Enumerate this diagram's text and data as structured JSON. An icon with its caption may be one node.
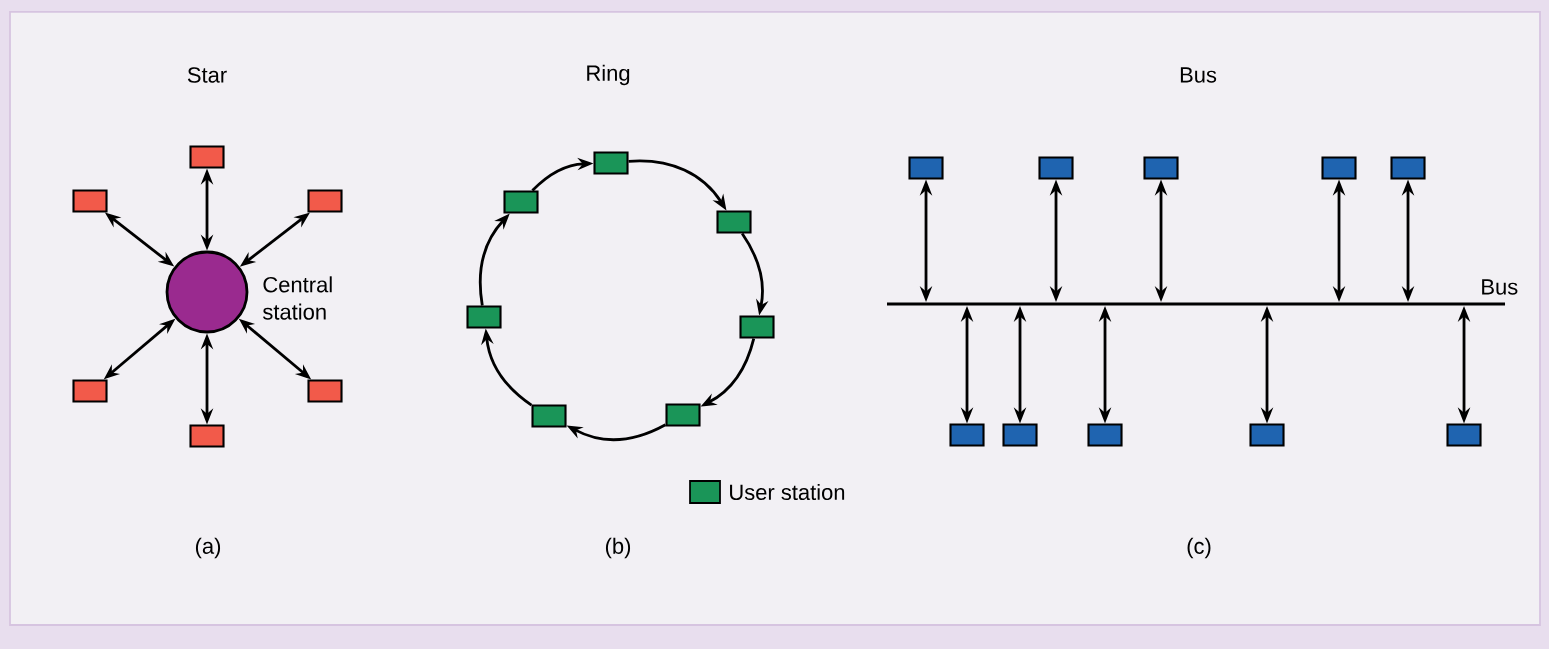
{
  "diagram": {
    "nodes": [
      {
        "text": [],
        "shape": "circle",
        "beside": [
          "Central station"
        ]
      },
      {
        "text": [],
        "shape": "box"
      },
      {
        "text": [],
        "shape": "box"
      },
      {
        "text": [],
        "shape": "box"
      },
      {
        "text": [],
        "shape": "box"
      },
      {
        "text": [],
        "shape": "box"
      },
      {
        "text": [],
        "shape": "box"
      },
      {
        "text": [],
        "shape": "box"
      },
      {
        "text": [],
        "shape": "box"
      },
      {
        "text": [],
        "shape": "box"
      },
      {
        "text": [],
        "shape": "box"
      },
      {
        "text": [],
        "shape": "box"
      },
      {
        "text": [],
        "shape": "box"
      },
      {
        "text": [],
        "shape": "box"
      },
      {
        "text": [],
        "shape": "bar",
        "beside": [
          "Bus"
        ]
      },
      {
        "text": [],
        "shape": "box"
      },
      {
        "text": [],
        "shape": "box"
      },
      {
        "text": [],
        "shape": "box"
      },
      {
        "text": [],
        "shape": "box"
      },
      {
        "text": [],
        "shape": "box"
      },
      {
        "text": [],
        "shape": "box"
      },
      {
        "text": [],
        "shape": "box"
      },
      {
        "text": [],
        "shape": "box"
      },
      {
        "text": [],
        "shape": "box"
      },
      {
        "text": [],
        "shape": "box"
      }
    ],
    "edges": [
      {
        "from": 1,
        "to": 0,
        "arrow": "both"
      },
      {
        "from": 2,
        "to": 0,
        "arrow": "both"
      },
      {
        "from": 3,
        "to": 0,
        "arrow": "both"
      },
      {
        "from": 4,
        "to": 0,
        "arrow": "both"
      },
      {
        "from": 5,
        "to": 0,
        "arrow": "both"
      },
      {
        "from": 6,
        "to": 0,
        "arrow": "both"
      },
      {
        "from": 7,
        "to": 9,
        "arrow": "to"
      },
      {
        "from": 9,
        "to": 11,
        "arrow": "to"
      },
      {
        "from": 11,
        "to": 13,
        "arrow": "to"
      },
      {
        "from": 13,
        "to": 12,
        "arrow": "to"
      },
      {
        "from": 12,
        "to": 10,
        "arrow": "to"
      },
      {
        "from": 10,
        "to": 8,
        "arrow": "to"
      },
      {
        "from": 8,
        "to": 7,
        "arrow": "to"
      },
      {
        "from": 15,
        "to": 14,
        "arrow": "both"
      },
      {
        "from": 16,
        "to": 14,
        "arrow": "both"
      },
      {
        "from": 17,
        "to": 14,
        "arrow": "both"
      },
      {
        "from": 18,
        "to": 14,
        "arrow": "both"
      },
      {
        "from": 19,
        "to": 14,
        "arrow": "both"
      },
      {
        "from": 20,
        "to": 14,
        "arrow": "both"
      },
      {
        "from": 21,
        "to": 14,
        "arrow": "both"
      },
      {
        "from": 22,
        "to": 14,
        "arrow": "both"
      },
      {
        "from": 23,
        "to": 14,
        "arrow": "both"
      },
      {
        "from": 24,
        "to": 14,
        "arrow": "both"
      }
    ],
    "labels": [
      "Star",
      "Ring",
      "Bus",
      "(a)",
      "(b)",
      "(c)"
    ],
    "legend": [
      {
        "text": "User station",
        "color": "#1a9558"
      }
    ]
  }
}
